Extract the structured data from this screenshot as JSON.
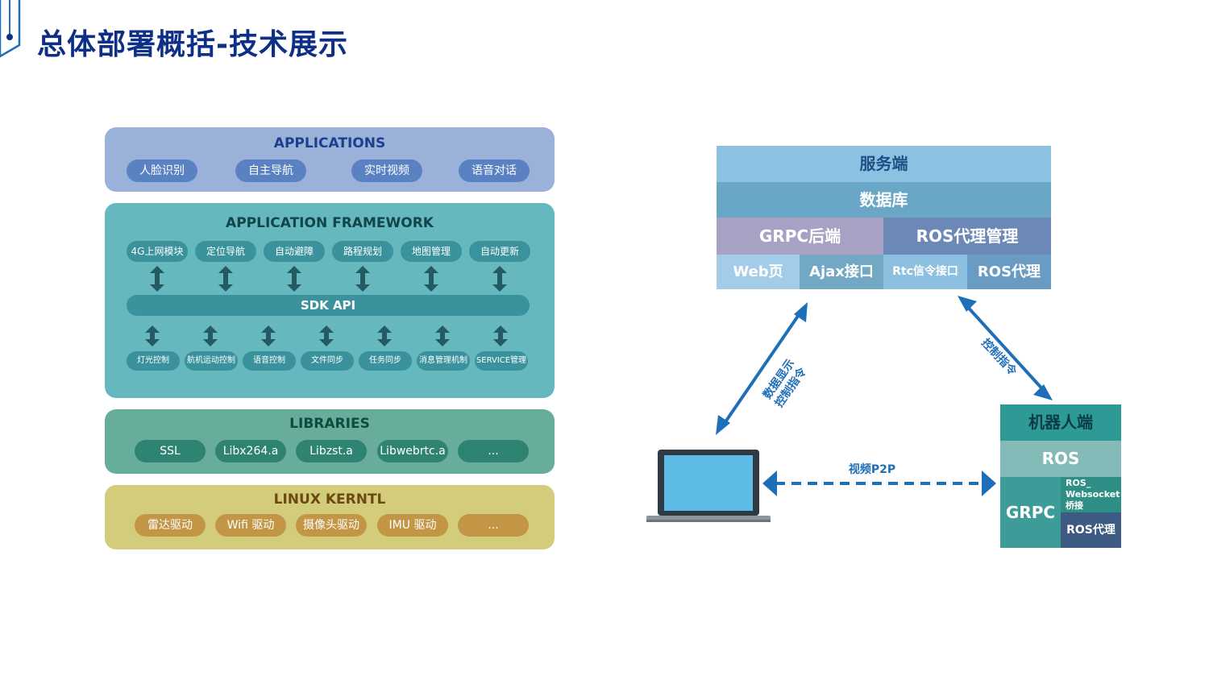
{
  "title": "总体部署概括-技术展示",
  "colors": {
    "title": "#0e2f86",
    "applications_bg": "#9ab1da",
    "applications_pill": "#5a82c3",
    "framework_bg": "#65b8bd",
    "framework_pill": "#3a929c",
    "libraries_bg": "#68ad9b",
    "libraries_pill": "#2e8372",
    "linux_bg": "#d2cc7b",
    "linux_pill": "#c39646",
    "arrow_blue": "#1e6fb8"
  },
  "applications": {
    "title": "APPLICATIONS",
    "items": [
      "人脸识别",
      "自主导航",
      "实时视频",
      "语音对话"
    ]
  },
  "framework": {
    "title": "APPLICATION  FRAMEWORK",
    "top_items": [
      "4G上网模块",
      "定位导航",
      "自动避障",
      "路程规划",
      "地图管理",
      "自动更新"
    ],
    "sdk": "SDK  API",
    "bottom_items": [
      "灯光控制",
      "航机运动控制",
      "语音控制",
      "文件同步",
      "任务同步",
      "消息管理机制",
      "SERVICE管理"
    ]
  },
  "libraries": {
    "title": "LIBRARIES",
    "items": [
      "SSL",
      "Libx264.a",
      "Libzst.a",
      "Libwebrtc.a",
      "..."
    ]
  },
  "linux": {
    "title": "LINUX  KERNTL",
    "items": [
      "雷达驱动",
      "Wifi 驱动",
      "摄像头驱动",
      "IMU 驱动",
      "..."
    ]
  },
  "server": {
    "title": "服务端",
    "database": "数据库",
    "grpc_backend": "GRPC后端",
    "ros_proxy_mgmt": "ROS代理管理",
    "web_page": "Web页",
    "ajax": "Ajax接口",
    "rtc": "Rtc信令接口",
    "ros_proxy": "ROS代理"
  },
  "robot": {
    "title": "机器人端",
    "ros": "ROS",
    "grpc": "GRPC",
    "ros_ws_line1": "ROS_",
    "ros_ws_line2": "Websocket",
    "ros_ws_line3": "桥接",
    "ros_proxy": "ROS代理"
  },
  "links": {
    "laptop_server_line1": "数据显示",
    "laptop_server_line2": "控制指令",
    "server_robot": "控制指令",
    "laptop_robot": "视频P2P"
  }
}
